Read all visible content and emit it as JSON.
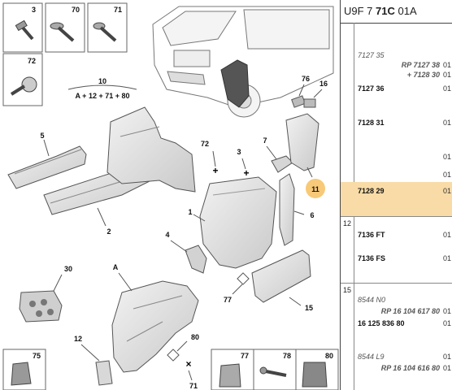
{
  "header": {
    "prefix": "U9F 7 ",
    "code": "71C",
    "suffix": " 01A"
  },
  "callouts": {
    "n1": "1",
    "n2": "2",
    "n3": "3",
    "n4": "4",
    "n5": "5",
    "n6": "6",
    "n7": "7",
    "n10": "10",
    "n10_formula": "A + 12 + 71 + 80",
    "n11": "11",
    "n12": "12",
    "n15": "15",
    "n16": "16",
    "nA": "A",
    "n30": "30",
    "n70": "70",
    "n71": "71",
    "n72": "72",
    "n75": "75",
    "n76": "76",
    "n77": "77",
    "n78": "78",
    "n80": "80",
    "box3": "3",
    "box70": "70",
    "box71": "71",
    "box72": "72",
    "box75": "75",
    "box77": "77",
    "box78": "78",
    "box80": "80"
  },
  "parts": {
    "sections": [
      "12",
      "15"
    ],
    "rows": [
      {
        "code": "7127 35",
        "qty": ""
      },
      {
        "code": "RP 7127 38",
        "qty": "01"
      },
      {
        "code": "+ 7128 30",
        "qty": "01"
      },
      {
        "code": "7127 36",
        "qty": "01"
      },
      {
        "code": "7128 31",
        "qty": "01"
      },
      {
        "code": "",
        "qty": "01"
      },
      {
        "code": "",
        "qty": "01"
      },
      {
        "code": "7128 29",
        "qty": "01"
      },
      {
        "code": "7136 FT",
        "qty": "01"
      },
      {
        "code": "7136 FS",
        "qty": "01"
      },
      {
        "code": "8544 N0",
        "qty": ""
      },
      {
        "code": "RP 16 104 617 80",
        "qty": "01"
      },
      {
        "code": "16 125 836 80",
        "qty": "01"
      },
      {
        "code": "8544 L9",
        "qty": "01"
      },
      {
        "code": "RP 16 104 616 80",
        "qty": "01"
      }
    ]
  },
  "colors": {
    "highlight": "#f8dba6",
    "part_fill": "#e4e4e4",
    "stroke": "#555555"
  }
}
